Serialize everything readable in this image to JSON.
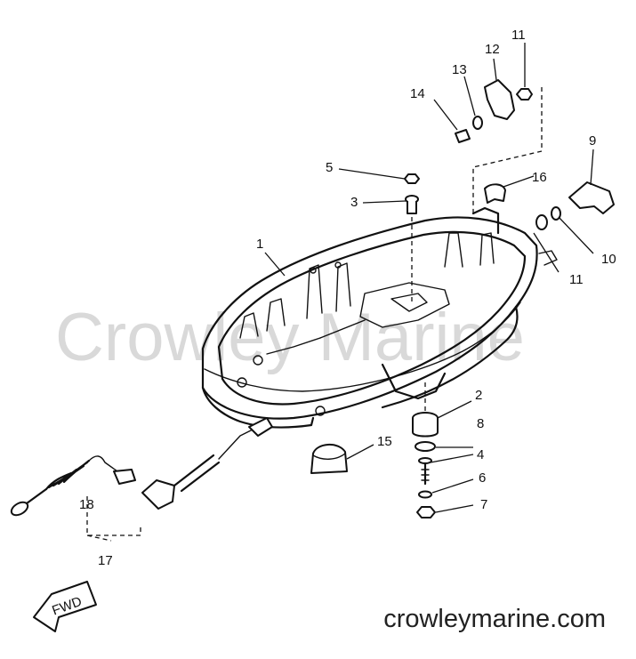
{
  "watermark": "Crowley Marine",
  "website": "crowleymarine.com",
  "fwd_label": "FWD",
  "callouts": {
    "c1": "1",
    "c2": "2",
    "c3": "3",
    "c4": "4",
    "c5": "5",
    "c6": "6",
    "c7": "7",
    "c8": "8",
    "c9": "9",
    "c10": "10",
    "c11a": "11",
    "c11b": "11",
    "c12": "12",
    "c13": "13",
    "c14": "14",
    "c15": "15",
    "c16": "16",
    "c17": "17",
    "c18": "18"
  }
}
